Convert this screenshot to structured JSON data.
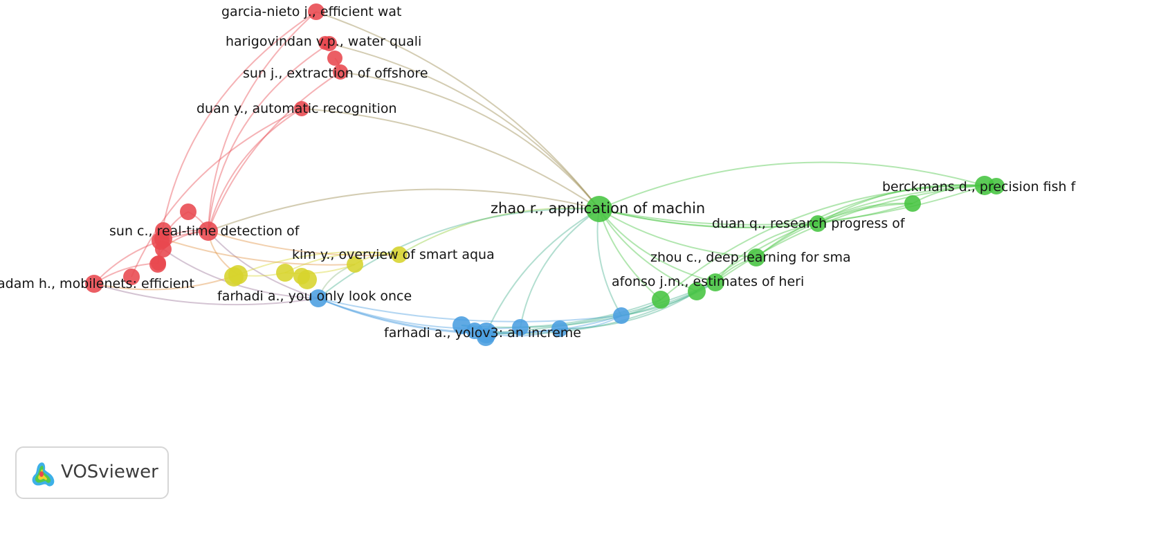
{
  "app": {
    "brand": "VOSviewer"
  },
  "legend_colors": {
    "red": "#e8484f",
    "green": "#46c440",
    "blue": "#4a9ee0",
    "yellow": "#d7d42c"
  },
  "nodes": [
    {
      "id": "garcia",
      "label": "garcia-nieto j., efficient wat",
      "cluster": "red"
    },
    {
      "id": "harigovindan",
      "label": "harigovindan v.p., water quali",
      "cluster": "red"
    },
    {
      "id": "sunj",
      "label": "sun j., extraction of offshore",
      "cluster": "red"
    },
    {
      "id": "duany",
      "label": "duan y., automatic recognition",
      "cluster": "red"
    },
    {
      "id": "sunc",
      "label": "sun c., real-time detection of",
      "cluster": "red"
    },
    {
      "id": "adam",
      "label": "adam h., mobilenets: efficient",
      "cluster": "red"
    },
    {
      "id": "kim",
      "label": "kim y., overview of smart aqua",
      "cluster": "yellow"
    },
    {
      "id": "farhadi1",
      "label": "farhadi a., you only look once",
      "cluster": "blue"
    },
    {
      "id": "farhadi2",
      "label": "farhadi a., yolov3: an increme",
      "cluster": "blue"
    },
    {
      "id": "zhao",
      "label": "zhao r., application of machin",
      "cluster": "green"
    },
    {
      "id": "berckmans",
      "label": "berckmans d., precision fish f",
      "cluster": "green"
    },
    {
      "id": "duanq",
      "label": "duan q., research progress of",
      "cluster": "green"
    },
    {
      "id": "zhouc",
      "label": "zhou c., deep learning for sma",
      "cluster": "green"
    },
    {
      "id": "afonso",
      "label": "afonso j.m., estimates of heri",
      "cluster": "green"
    },
    {
      "id": "r1",
      "label": "",
      "cluster": "red"
    },
    {
      "id": "r2",
      "label": "",
      "cluster": "red"
    },
    {
      "id": "r3",
      "label": "",
      "cluster": "red"
    },
    {
      "id": "r4",
      "label": "",
      "cluster": "red"
    },
    {
      "id": "r5",
      "label": "",
      "cluster": "red"
    },
    {
      "id": "r6",
      "label": "",
      "cluster": "red"
    },
    {
      "id": "r7",
      "label": "",
      "cluster": "red"
    },
    {
      "id": "r8",
      "label": "",
      "cluster": "red"
    },
    {
      "id": "y1",
      "label": "",
      "cluster": "yellow"
    },
    {
      "id": "y2",
      "label": "",
      "cluster": "yellow"
    },
    {
      "id": "y3",
      "label": "",
      "cluster": "yellow"
    },
    {
      "id": "b1",
      "label": "",
      "cluster": "blue"
    },
    {
      "id": "b2",
      "label": "",
      "cluster": "blue"
    },
    {
      "id": "b3",
      "label": "",
      "cluster": "blue"
    },
    {
      "id": "b4",
      "label": "",
      "cluster": "blue"
    },
    {
      "id": "g1",
      "label": "",
      "cluster": "green"
    },
    {
      "id": "g2",
      "label": "",
      "cluster": "green"
    },
    {
      "id": "g3",
      "label": "",
      "cluster": "green"
    }
  ],
  "links": [
    [
      "zhao",
      "garcia"
    ],
    [
      "zhao",
      "harigovindan"
    ],
    [
      "zhao",
      "sunj"
    ],
    [
      "zhao",
      "duany"
    ],
    [
      "zhao",
      "kim"
    ],
    [
      "zhao",
      "farhadi1"
    ],
    [
      "zhao",
      "farhadi2"
    ],
    [
      "zhao",
      "sunc"
    ],
    [
      "zhao",
      "berckmans"
    ],
    [
      "zhao",
      "duanq"
    ],
    [
      "zhao",
      "zhouc"
    ],
    [
      "zhao",
      "afonso"
    ],
    [
      "zhao",
      "g1"
    ],
    [
      "zhao",
      "g2"
    ],
    [
      "zhao",
      "g3"
    ],
    [
      "zhao",
      "b4"
    ],
    [
      "zhao",
      "b2"
    ],
    [
      "berckmans",
      "zhao"
    ],
    [
      "berckmans",
      "g3"
    ],
    [
      "berckmans",
      "duanq"
    ],
    [
      "berckmans",
      "zhouc"
    ],
    [
      "berckmans",
      "afonso"
    ],
    [
      "berckmans",
      "g2"
    ],
    [
      "berckmans",
      "g1"
    ],
    [
      "g3",
      "duanq"
    ],
    [
      "g3",
      "zhouc"
    ],
    [
      "duanq",
      "afonso"
    ],
    [
      "zhouc",
      "afonso"
    ],
    [
      "garcia",
      "sunc"
    ],
    [
      "harigovindan",
      "sunc"
    ],
    [
      "sunj",
      "sunc"
    ],
    [
      "duany",
      "sunc"
    ],
    [
      "harigovindan",
      "r7"
    ],
    [
      "sunj",
      "r6"
    ],
    [
      "duany",
      "r5"
    ],
    [
      "garcia",
      "r4"
    ],
    [
      "sunc",
      "r1"
    ],
    [
      "sunc",
      "r2"
    ],
    [
      "sunc",
      "r3"
    ],
    [
      "r1",
      "r2"
    ],
    [
      "r2",
      "r3"
    ],
    [
      "sunc",
      "adam"
    ],
    [
      "r8",
      "adam"
    ],
    [
      "r3",
      "r8"
    ],
    [
      "sunc",
      "y1"
    ],
    [
      "sunc",
      "kim"
    ],
    [
      "sunc",
      "farhadi1"
    ],
    [
      "r3",
      "farhadi1"
    ],
    [
      "r2",
      "y3"
    ],
    [
      "adam",
      "farhadi1"
    ],
    [
      "adam",
      "y1"
    ],
    [
      "kim",
      "y1"
    ],
    [
      "kim",
      "y2"
    ],
    [
      "kim",
      "y3"
    ],
    [
      "y1",
      "y2"
    ],
    [
      "y2",
      "y3"
    ],
    [
      "y3",
      "farhadi1"
    ],
    [
      "farhadi1",
      "farhadi2"
    ],
    [
      "farhadi1",
      "b2"
    ],
    [
      "farhadi1",
      "b3"
    ],
    [
      "farhadi1",
      "b4"
    ],
    [
      "farhadi2",
      "b1"
    ],
    [
      "farhadi2",
      "b3"
    ],
    [
      "farhadi2",
      "b4"
    ],
    [
      "b1",
      "b3"
    ],
    [
      "b3",
      "b4"
    ],
    [
      "b4",
      "g1"
    ],
    [
      "b2",
      "afonso"
    ],
    [
      "b3",
      "g2"
    ],
    [
      "farhadi2",
      "afonso"
    ],
    [
      "b1",
      "g1"
    ],
    [
      "farhadi2",
      "g2"
    ],
    [
      "b4",
      "afonso"
    ]
  ]
}
